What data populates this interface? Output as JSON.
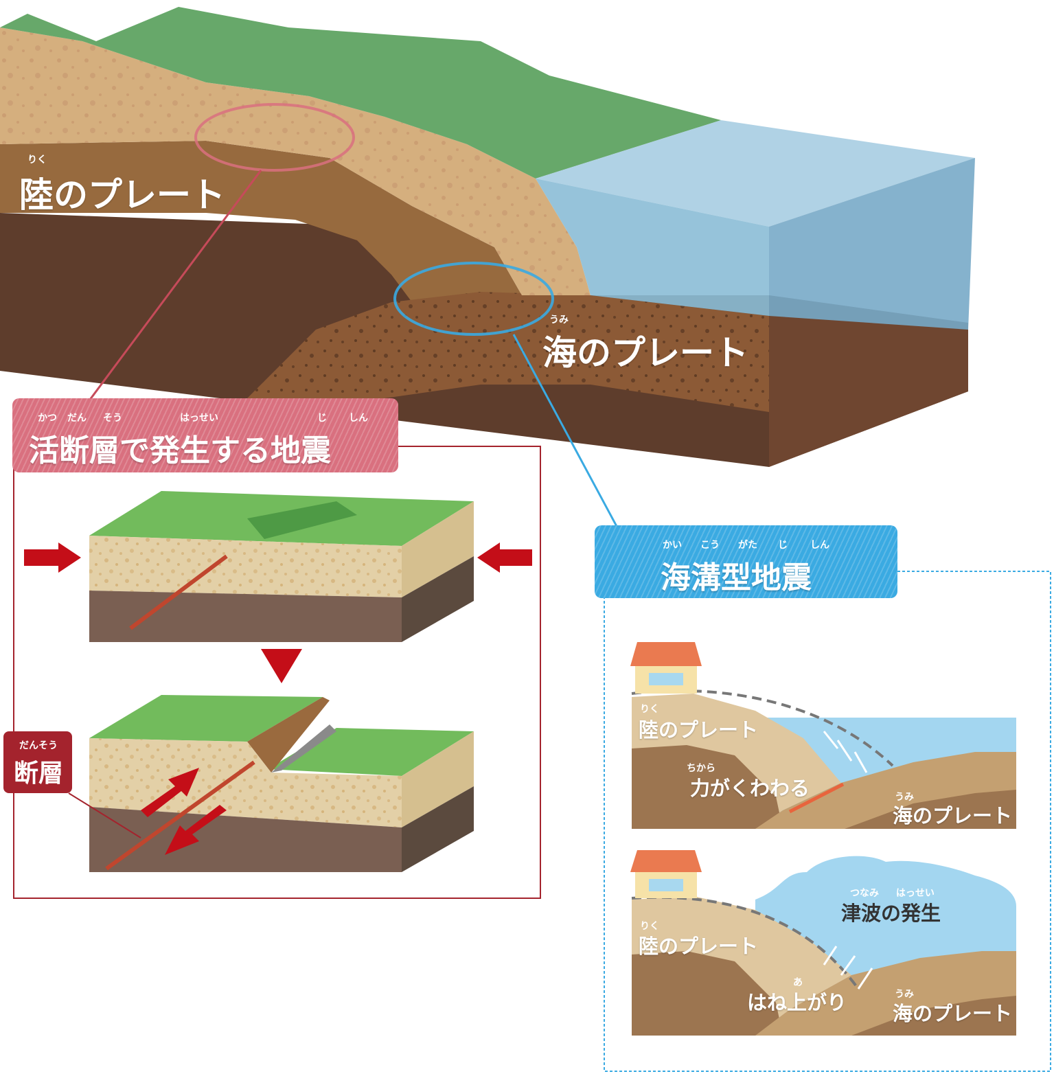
{
  "main_diagram": {
    "land_plate": {
      "ruby": "りく",
      "label": "陸のプレート"
    },
    "sea_plate": {
      "ruby": "うみ",
      "label": "海のプレート"
    }
  },
  "active_fault_panel": {
    "title_ruby": [
      "かつ",
      "だん",
      "そう",
      "はっせい",
      "じ",
      "しん"
    ],
    "title": "活断層で発生する地震",
    "fault_badge": {
      "ruby": "だんそう",
      "label": "断層"
    }
  },
  "trench_panel": {
    "title_ruby": [
      "かい",
      "こう",
      "がた",
      "じ",
      "しん"
    ],
    "title": "海溝型地震",
    "step1": {
      "land_ruby": "りく",
      "land_label": "陸のプレート",
      "force_ruby": "ちから",
      "force_label": "力がくわわる",
      "sea_ruby": "うみ",
      "sea_label": "海のプレート"
    },
    "step2": {
      "tsunami_ruby": "つなみ はっせい",
      "tsunami_label": "津波の発生",
      "land_ruby": "りく",
      "land_label": "陸のプレート",
      "rebound_ruby": "あ",
      "rebound_label": "はね上がり",
      "sea_ruby": "うみ",
      "sea_label": "海のプレート"
    }
  },
  "colors": {
    "grass": "#67a86a",
    "sand": "#d5af7e",
    "brown": "#976a3e",
    "dark_brown": "#5e3d2c",
    "sea": "#8fc3dc",
    "red_accent": "#d9707f",
    "dark_red": "#a4232d",
    "blue_accent": "#3aaae2",
    "arrow_red": "#c40e18",
    "block_green": "#72bb5c",
    "block_sand": "#e3d0a7",
    "block_brown": "#7a5f52"
  }
}
